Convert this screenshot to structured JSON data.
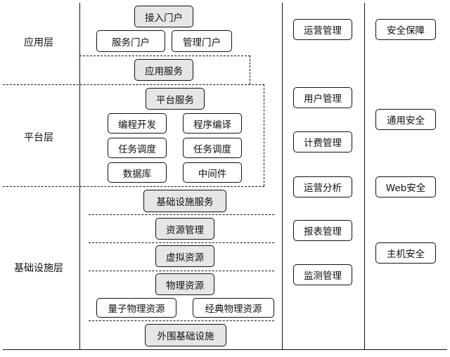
{
  "layers": {
    "app": "应用层",
    "platform": "平台层",
    "infra": "基础设施层"
  },
  "app_layer": {
    "access_portal": "接入门户",
    "service_portal": "服务门户",
    "mgmt_portal": "管理门户",
    "app_service": "应用服务"
  },
  "platform_layer": {
    "platform_service": "平台服务",
    "coding_dev": "编程开发",
    "program_compile": "程序编译",
    "task_sched_1": "任务调度",
    "task_sched_2": "任务调度",
    "database": "数据库",
    "middleware": "中间件"
  },
  "infra_layer": {
    "infra_service": "基础设施服务",
    "resource_mgmt": "资源管理",
    "virtual_resource": "虚拟资源",
    "physical_resource": "物理资源",
    "quantum_physical": "量子物理资源",
    "classical_physical": "经典物理资源",
    "peripheral_infra": "外围基础设施"
  },
  "ops_column": {
    "ops_mgmt": "运营管理",
    "user_mgmt": "用户管理",
    "billing_mgmt": "计费管理",
    "ops_analysis": "运营分析",
    "report_mgmt": "报表管理",
    "monitor_mgmt": "监测管理"
  },
  "security_column": {
    "security_guarantee": "安全保障",
    "general_security": "通用安全",
    "web_security": "Web安全",
    "host_security": "主机安全"
  }
}
